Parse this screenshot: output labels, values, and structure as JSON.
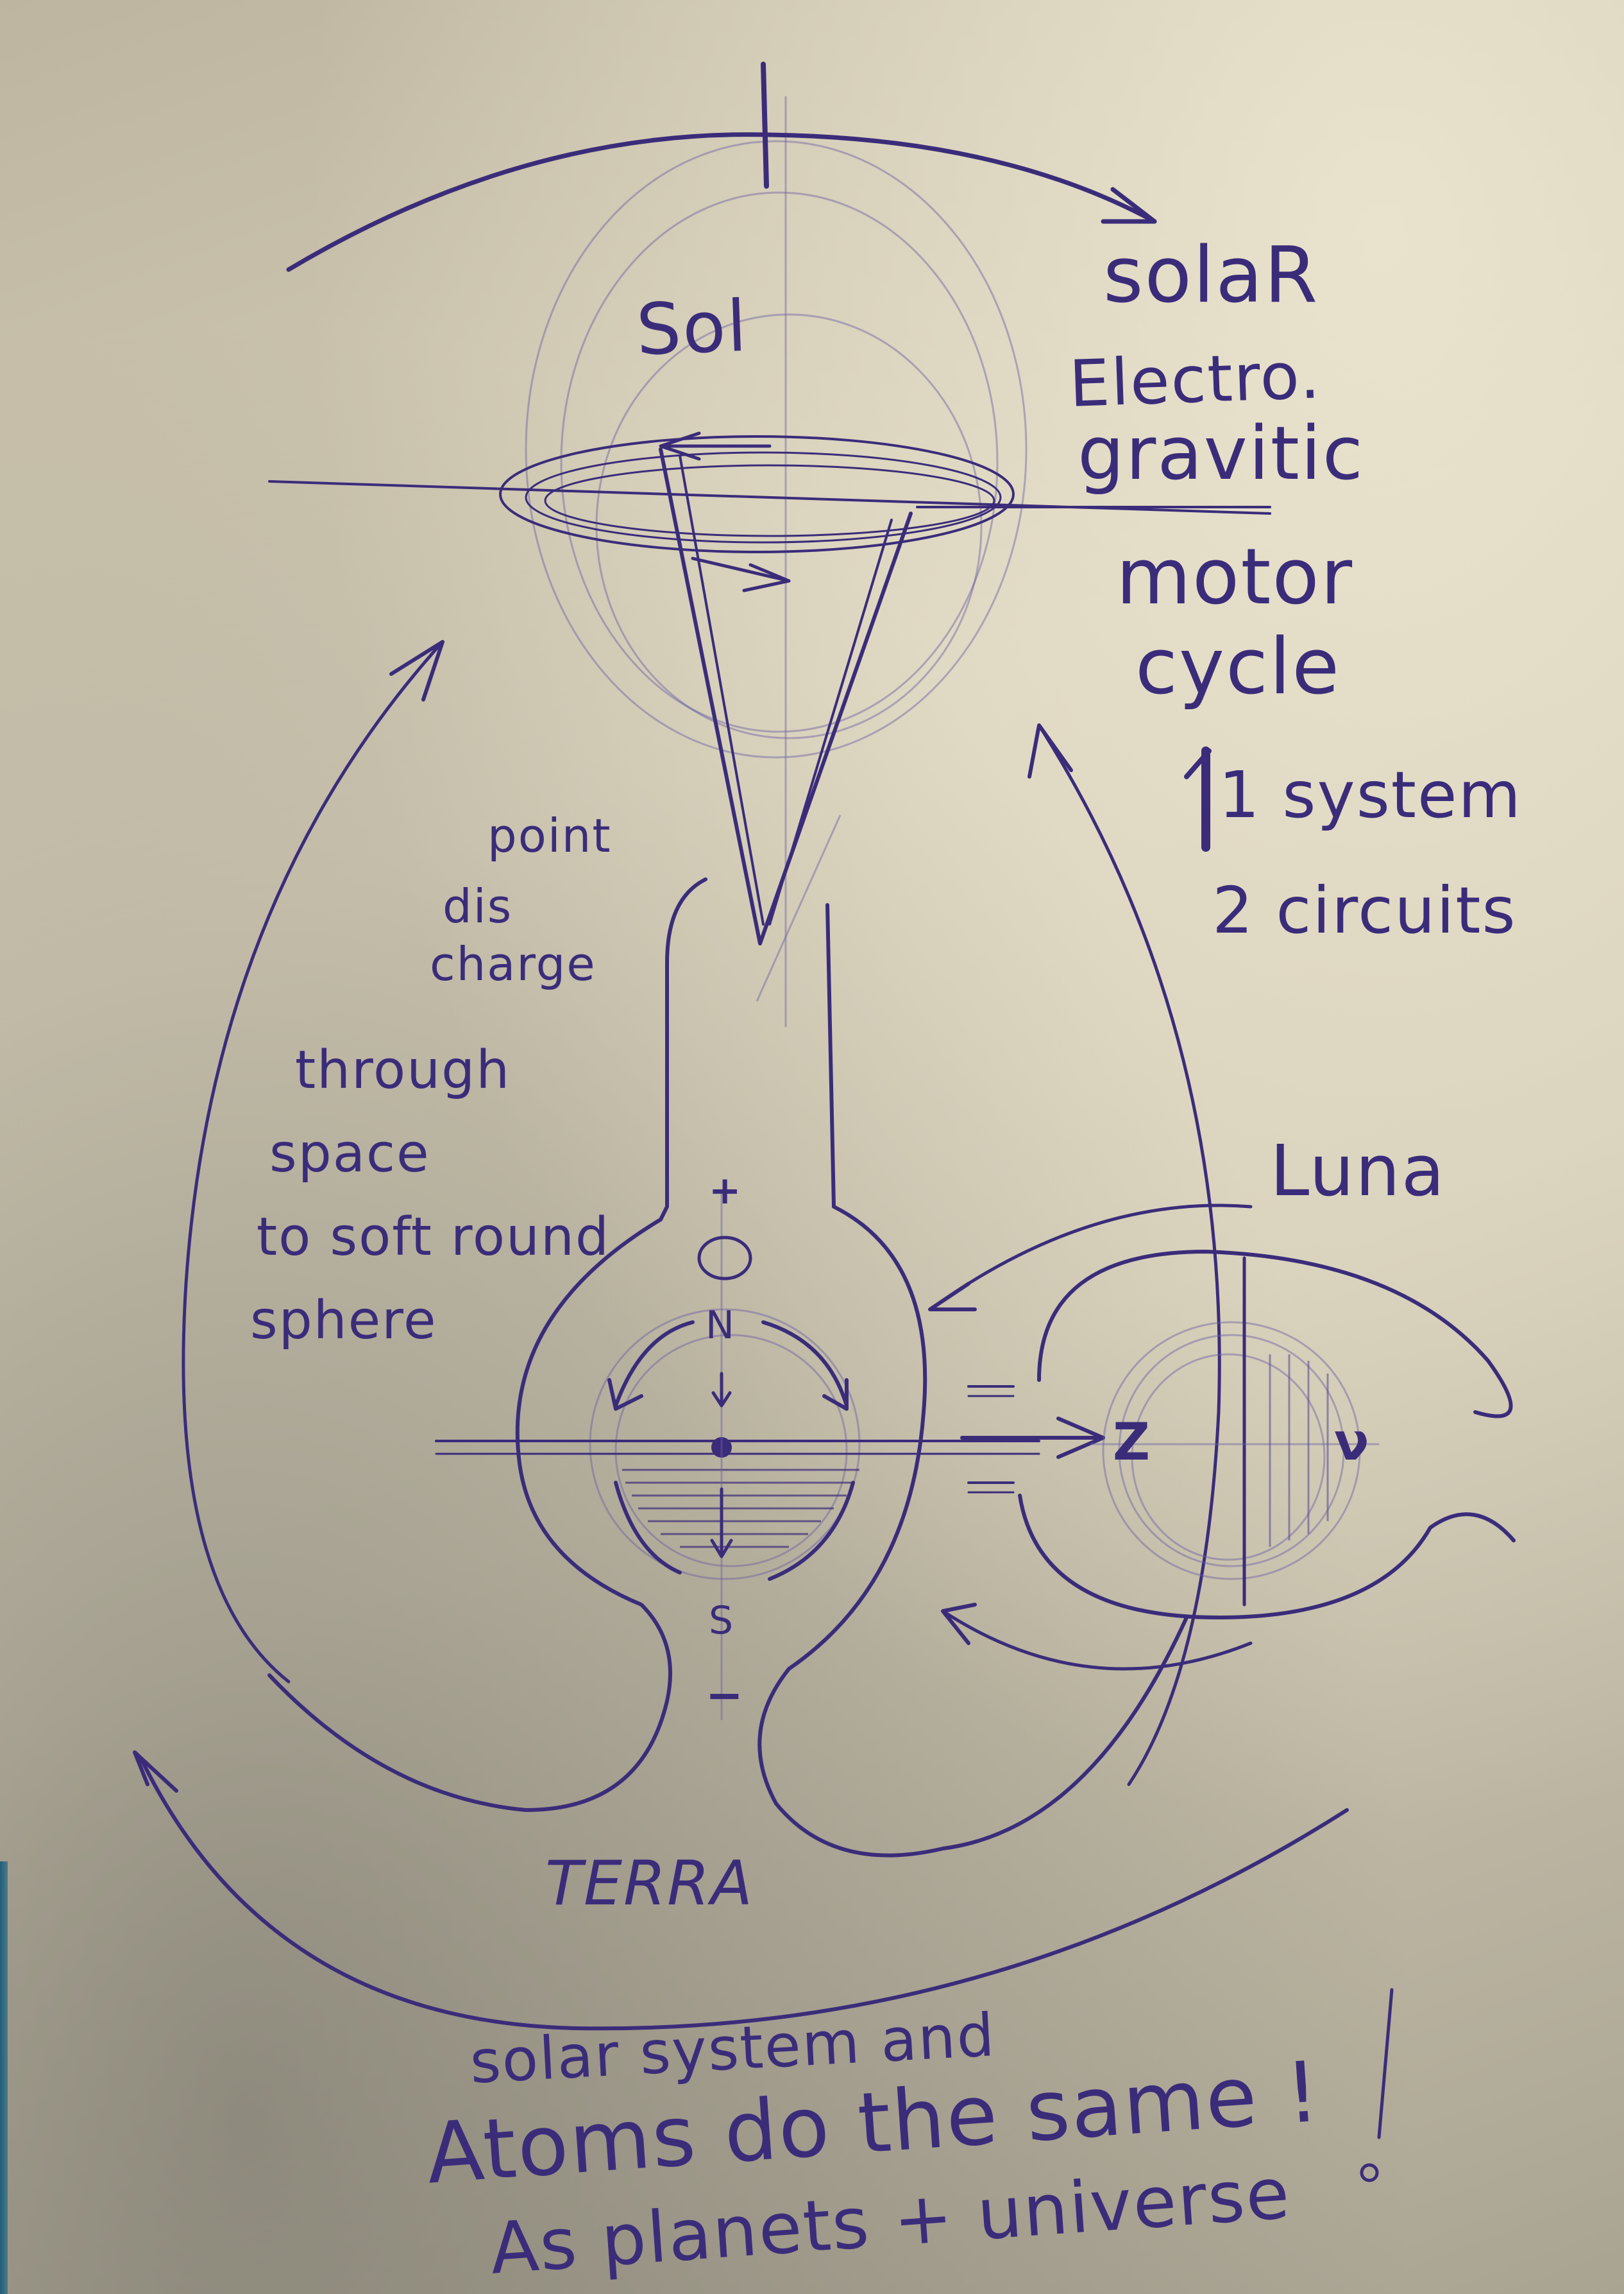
{
  "document": {
    "type": "hand-drawn pen sketch on paper",
    "ink_color": "#3b2c7a",
    "paper_color": "#d2cbb5"
  },
  "labels": {
    "sun": "Sol",
    "solar_notes": [
      "solaR",
      "Electro.",
      "gravitic",
      "motor",
      "cycle"
    ],
    "system_notes": [
      "1 system",
      "2 circuits"
    ],
    "discharge_notes": [
      "point",
      "dis",
      "charge"
    ],
    "space_notes": [
      "through",
      "space",
      "to soft round",
      "sphere"
    ],
    "moon": "Luna",
    "earth": "TERRA",
    "poles": {
      "plus_top": "+",
      "north": "N",
      "south": "S",
      "minus_bottom": "−"
    },
    "moon_symbols": {
      "left": "Z",
      "right": "ν"
    },
    "conclusion": [
      "solar system and",
      "Atoms do the same !",
      "As planets + universe"
    ]
  }
}
